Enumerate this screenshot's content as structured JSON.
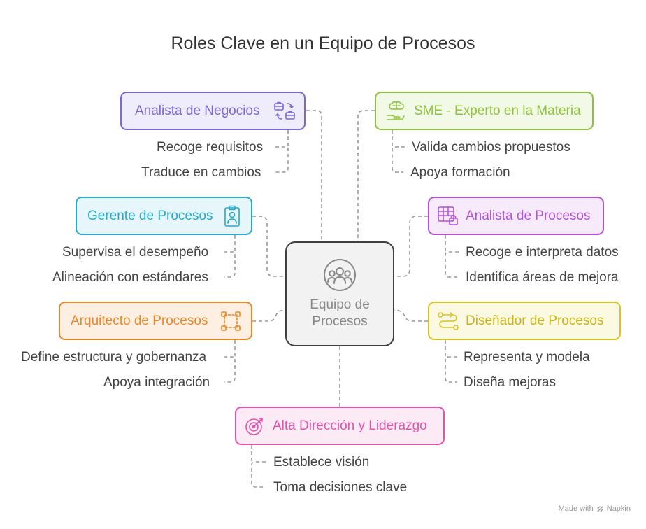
{
  "title": "Roles Clave en un Equipo de Procesos",
  "center": {
    "label_line1": "Equipo de",
    "label_line2": "Procesos"
  },
  "roles": [
    {
      "name": "Analista de Negocios",
      "icon": "briefcase-exchange-icon",
      "color": "#7b68d8",
      "fill": "#efecfb",
      "items": [
        "Recoge requisitos",
        "Traduce en cambios"
      ]
    },
    {
      "name": "SME - Experto en la Materia",
      "icon": "brain-hand-icon",
      "color": "#8fc13e",
      "fill": "#f2f9e6",
      "items": [
        "Valida cambios propuestos",
        "Apoya formación"
      ]
    },
    {
      "name": "Gerente de Procesos",
      "icon": "id-badge-icon",
      "color": "#27aacb",
      "fill": "#e6f6fa",
      "items": [
        "Supervisa el desempeño",
        "Alineación con estándares"
      ]
    },
    {
      "name": "Analista de Procesos",
      "icon": "locked-table-icon",
      "color": "#b152d6",
      "fill": "#f6eafb",
      "items": [
        "Recoge e interpreta datos",
        "Identifica áreas de mejora"
      ]
    },
    {
      "name": "Arquitecto de Procesos",
      "icon": "frame-select-icon",
      "color": "#e8882a",
      "fill": "#fdf0e3",
      "items": [
        "Define estructura y gobernanza",
        "Apoya integración"
      ]
    },
    {
      "name": "Diseñador de Procesos",
      "icon": "route-icon",
      "color": "#d8c22a",
      "fill": "#fcf9e2",
      "items": [
        "Representa y modela",
        "Diseña mejoras"
      ]
    },
    {
      "name": "Alta Dirección y Liderazgo",
      "icon": "target-icon",
      "color": "#e352ab",
      "fill": "#fceaf5",
      "items": [
        "Establece visión",
        "Toma decisiones clave"
      ]
    }
  ],
  "footer": {
    "made_with": "Made with",
    "brand": "Napkin"
  }
}
